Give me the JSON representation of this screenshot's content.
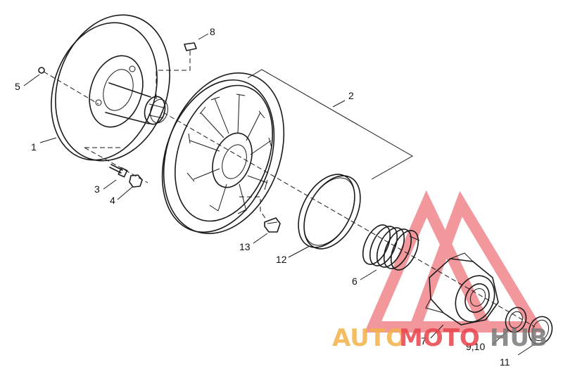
{
  "diagram": {
    "callouts": {
      "c1": "1",
      "c2": "2",
      "c3": "3",
      "c4": "4",
      "c5": "5",
      "c6": "6",
      "c7": "7",
      "c8": "8",
      "c9_10": "9,10",
      "c11": "11",
      "c12": "12",
      "c13": "13"
    }
  },
  "watermark": {
    "word_a": "AUTO",
    "word_b": "MOTO",
    "word_c": "HUB",
    "colors": {
      "triangle": "#e8434b",
      "auto": "#f3b24a",
      "moto": "#e8434b",
      "hub": "#7a7a7a"
    }
  }
}
